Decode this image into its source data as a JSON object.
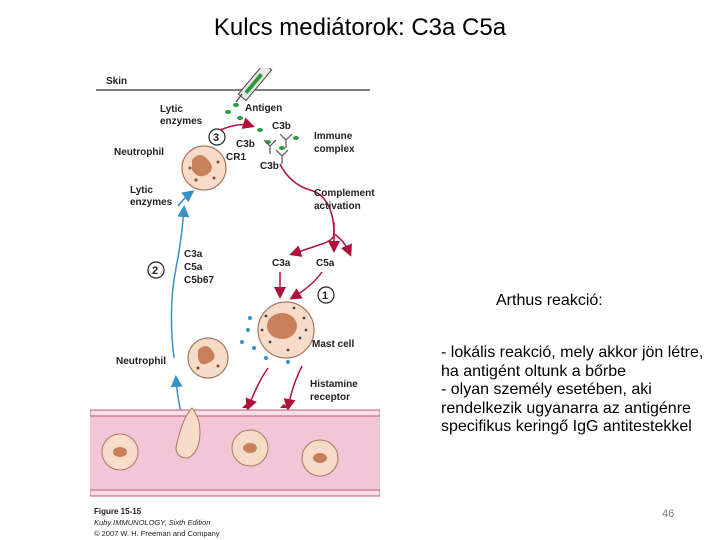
{
  "title": "Kulcs mediátorok: C3a C5a",
  "figure": {
    "labels": {
      "skin": "Skin",
      "lytic_enzymes_top": [
        "Lytic",
        "enzymes"
      ],
      "antigen": "Antigen",
      "c3b_top": "C3b",
      "c3b_left": "C3b",
      "c3b_bottom": "C3b",
      "immune_complex": [
        "Immune",
        "complex"
      ],
      "neutrophil_top": "Neutrophil",
      "cr1": "CR1",
      "lytic_enzymes_mid": [
        "Lytic",
        "enzymes"
      ],
      "complement_activation": [
        "Complement",
        "activation"
      ],
      "c3a_c5a_c5b67": [
        "C3a",
        "C5a",
        "C5b67"
      ],
      "c3a": "C3a",
      "c5a": "C5a",
      "mast_cell": "Mast cell",
      "neutrophil_bottom": "Neutrophil",
      "histamine_receptor": [
        "Histamine",
        "receptor"
      ],
      "step_numbers": [
        "3",
        "2",
        "1"
      ]
    },
    "caption": {
      "figure_no": "Figure 15-15",
      "book": "Kuby IMMUNOLOGY, Sixth Edition",
      "copyright": "© 2007 W. H. Freeman and Company"
    },
    "colors": {
      "arrow_red": "#b0103a",
      "arrow_blue": "#3a8fc4",
      "antigen_green": "#2e9a3c",
      "vessel_pink": "#f2c6d6",
      "vessel_border": "#c05a7a",
      "cell_tan": "#f6dcc8",
      "nucleus": "#c8805a"
    }
  },
  "arthus": {
    "title": "Arthus reakció",
    "title_suffix": ":",
    "lines": [
      "- lokális reakció, mely akkor jön létre, ha antigént oltunk a bőrbe",
      "- olyan személy esetében, aki rendelkezik ugyanarra az antigénre specifikus keringő IgG antitestekkel"
    ]
  },
  "page_number": "46"
}
